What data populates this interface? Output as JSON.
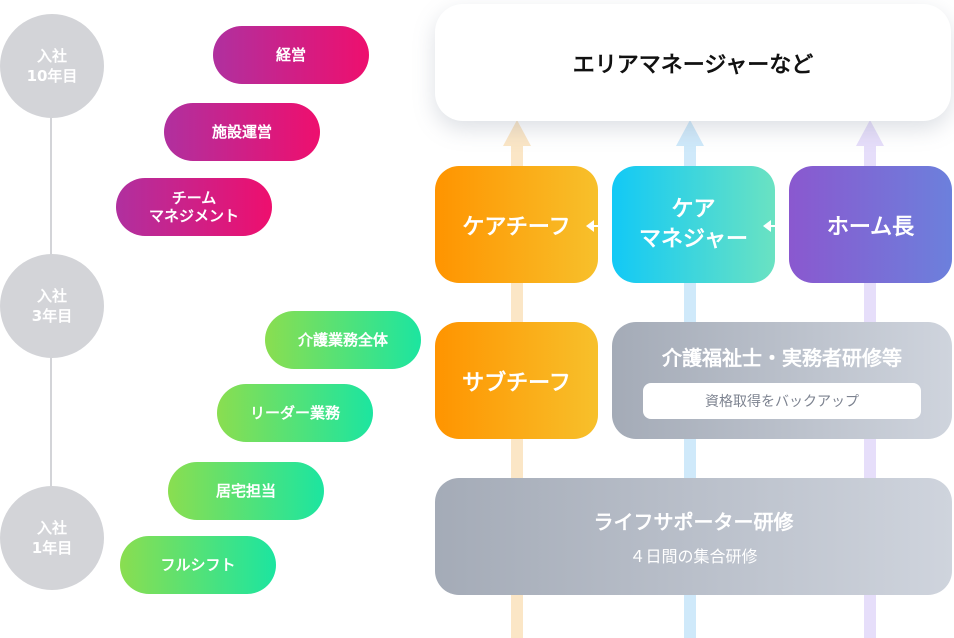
{
  "timeline": [
    {
      "line1": "入社",
      "line2": "10年目"
    },
    {
      "line1": "入社",
      "line2": "3年目"
    },
    {
      "line1": "入社",
      "line2": "1年目"
    }
  ],
  "skills": {
    "keiei": "経営",
    "shisetsu": "施設運営",
    "team_line1": "チーム",
    "team_line2": "マネジメント",
    "kaigo_zentai": "介護業務全体",
    "leader": "リーダー業務",
    "kyotaku": "居宅担当",
    "full_shift": "フルシフト"
  },
  "career": {
    "top": "エリアマネージャーなど",
    "care_chief": "ケアチーフ",
    "care_manager_line1": "ケア",
    "care_manager_line2": "マネジャー",
    "home_leader": "ホーム長",
    "sub_chief": "サブチーフ",
    "training_title": "介護福祉士・実務者研修等",
    "training_badge": "資格取得をバックアップ",
    "supporter_title": "ライフサポーター研修",
    "supporter_sub": "４日間の集合研修"
  },
  "colors": {
    "magenta": "#ee0f6e",
    "green": "#1ce5a0",
    "orange": "#ff9400",
    "blue": "#12c9f6",
    "purple": "#8a58cf",
    "gray": "#a4abb7"
  }
}
